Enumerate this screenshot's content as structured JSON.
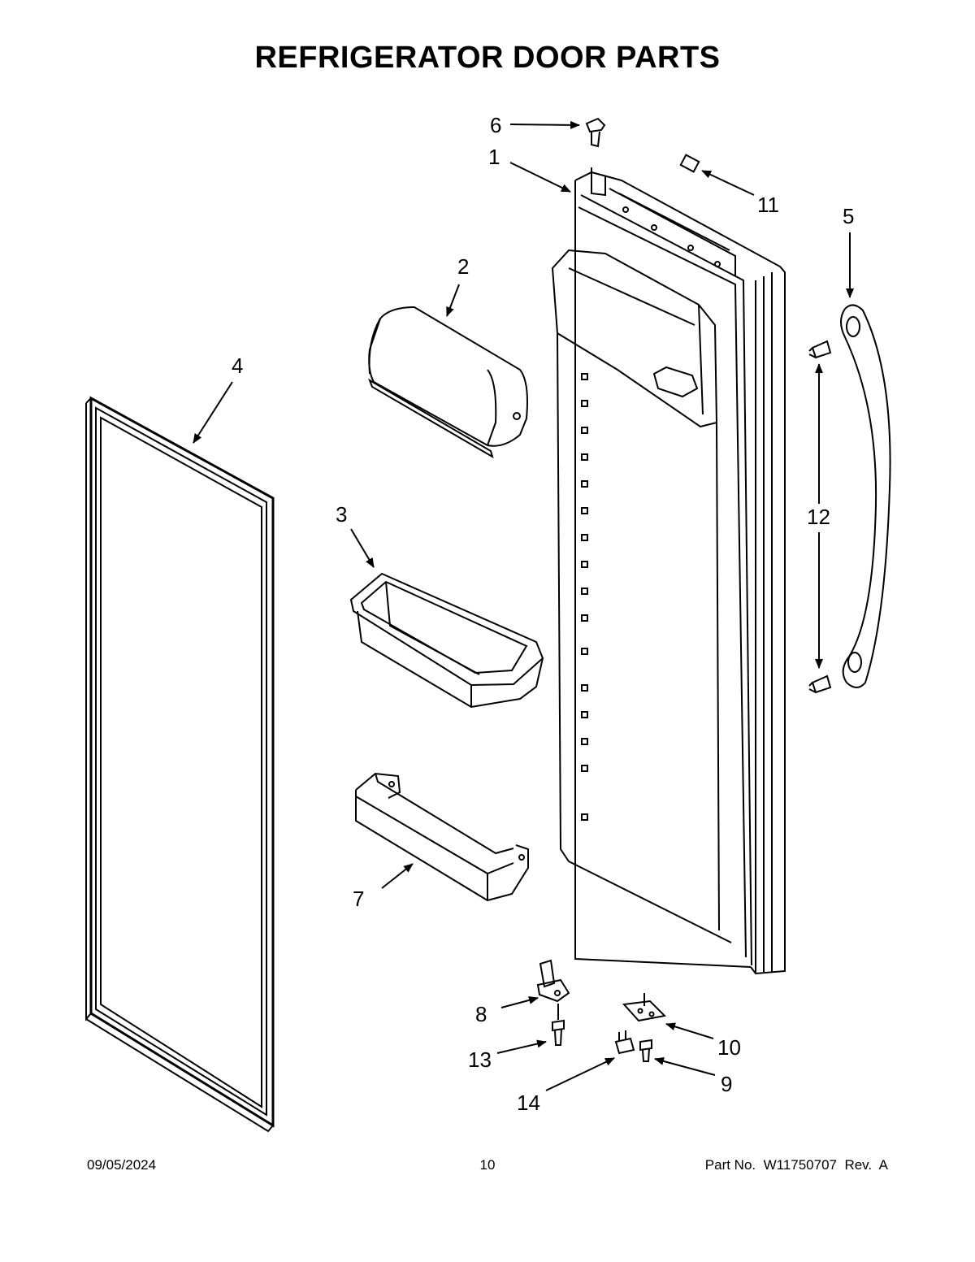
{
  "title": "REFRIGERATOR DOOR PARTS",
  "callouts": [
    "1",
    "2",
    "3",
    "4",
    "5",
    "6",
    "7",
    "8",
    "9",
    "10",
    "11",
    "12",
    "13",
    "14"
  ],
  "footer": {
    "date": "09/05/2024",
    "page": "10",
    "part_label": "Part No.  W11750707  Rev.  A"
  }
}
